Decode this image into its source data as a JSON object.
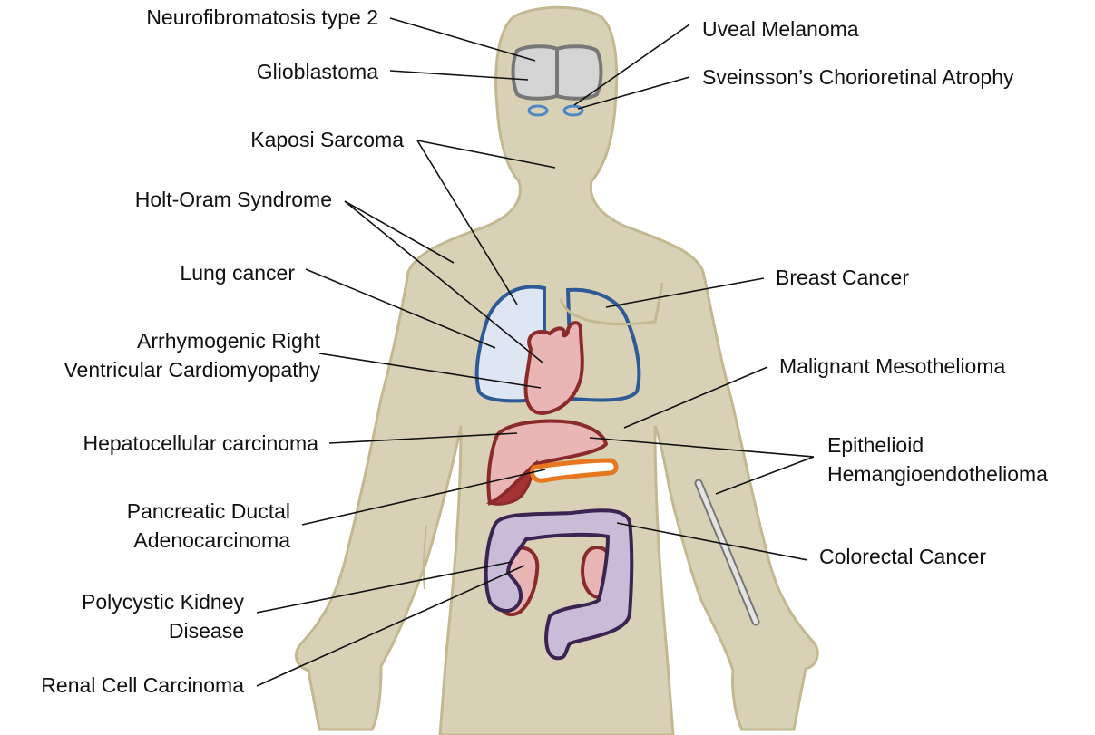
{
  "colors": {
    "skin": "#d8d1b5",
    "skin_outline": "#c2b992",
    "brain": "#d4d4d4",
    "eye_outline": "#4f86c6",
    "lung_fill": "#dde6f2",
    "lung_outline": "#2e5b97",
    "heart_fill": "#eab5b5",
    "organ_outline": "#8b2a2a",
    "liver_dark": "#a63333",
    "pancreas": "#e8781f",
    "colon_fill": "#c8bcd8",
    "colon_outline": "#3a2451",
    "bone": "#e4e4e4"
  },
  "labels": {
    "neurofibromatosis": "Neurofibromatosis type 2",
    "glioblastoma": "Glioblastoma",
    "kaposi": "Kaposi Sarcoma",
    "holt_oram": "Holt-Oram Syndrome",
    "lung": "Lung cancer",
    "arvc_line1": "Arrhymogenic Right",
    "arvc_line2": "Ventricular Cardiomyopathy",
    "hepatocellular": "Hepatocellular carcinoma",
    "pancreatic_line1": "Pancreatic Ductal",
    "pancreatic_line2": "Adenocarcinoma",
    "polycystic_line1": "Polycystic Kidney",
    "polycystic_line2": "Disease",
    "renal": "Renal Cell Carcinoma",
    "uveal": "Uveal Melanoma",
    "sveinsson": "Sveinsson’s Chorioretinal Atrophy",
    "breast": "Breast Cancer",
    "mesothelioma": "Malignant Mesothelioma",
    "epithelioid_line1": "Epithelioid",
    "epithelioid_line2": "Hemangioendothelioma",
    "colorectal": "Colorectal Cancer"
  }
}
